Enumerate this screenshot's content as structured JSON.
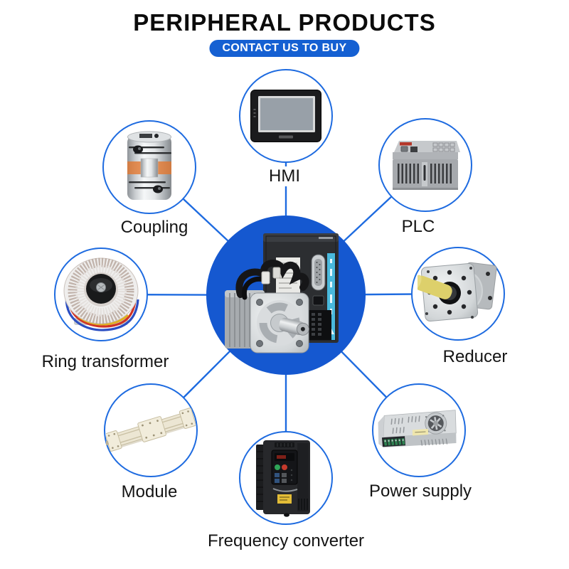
{
  "header": {
    "title": "PERIPHERAL PRODUCTS",
    "cta": "CONTACT US TO BUY"
  },
  "hub": {
    "id": "servo-drive-set",
    "icon": "servo-motor-and-driver-icon"
  },
  "nodes": [
    {
      "id": "hmi",
      "label": "HMI",
      "icon": "hmi-touch-panel-icon"
    },
    {
      "id": "plc",
      "label": "PLC",
      "icon": "plc-controller-icon"
    },
    {
      "id": "coupling",
      "label": "Coupling",
      "icon": "jaw-coupling-icon"
    },
    {
      "id": "ring-transformer",
      "label": "Ring transformer",
      "icon": "toroidal-transformer-icon"
    },
    {
      "id": "reducer",
      "label": "Reducer",
      "icon": "planetary-gearbox-icon"
    },
    {
      "id": "module",
      "label": "Module",
      "icon": "linear-module-icon"
    },
    {
      "id": "power-supply",
      "label": "Power supply",
      "icon": "switching-power-supply-icon"
    },
    {
      "id": "frequency-converter",
      "label": "Frequency converter",
      "icon": "vfd-inverter-icon"
    }
  ],
  "colors": {
    "accent_blue": "#1560d2",
    "hub_fill": "#1558d0",
    "line_blue": "#1e6be0",
    "label_text": "#141414",
    "coupling_orange": "#e4762c",
    "reducer_shaft_yellow": "#ddd06b"
  }
}
